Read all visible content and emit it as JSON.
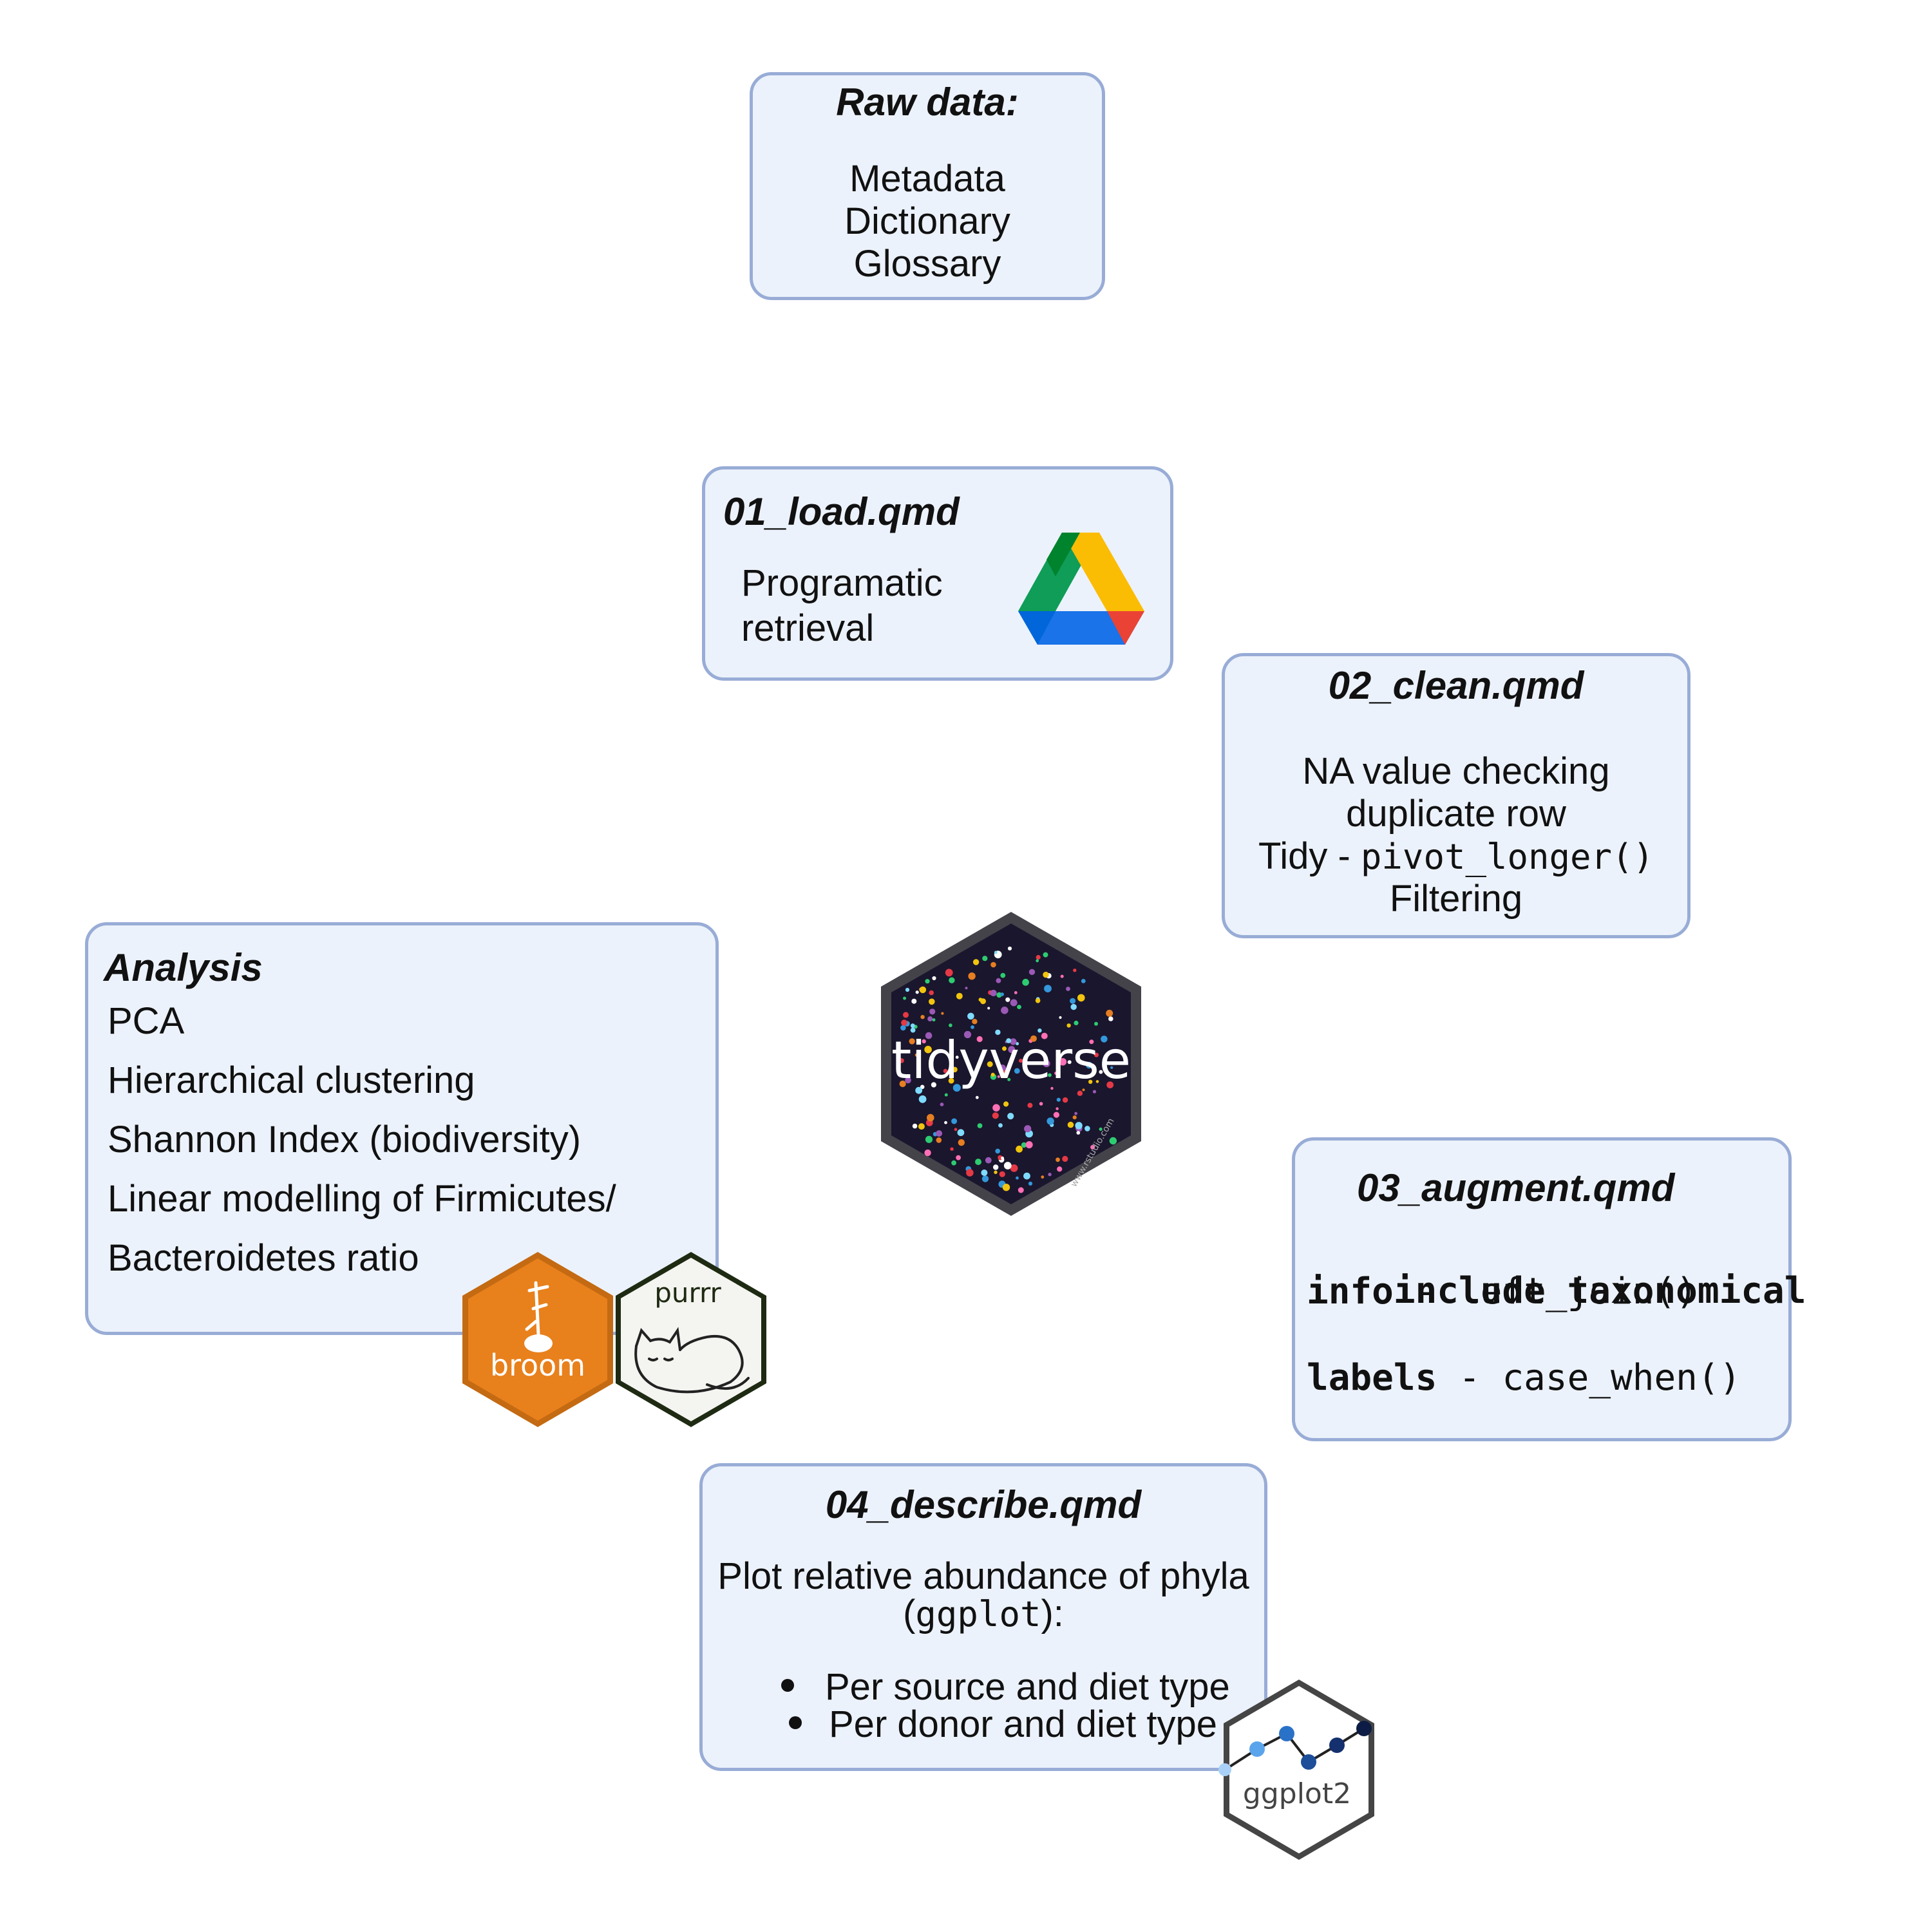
{
  "raw": {
    "title": "Raw data:",
    "lines": [
      "Metadata",
      "Dictionary",
      "Glossary"
    ]
  },
  "load": {
    "title": "01_load.qmd",
    "lines": [
      "Programatic",
      "retrieval"
    ]
  },
  "clean": {
    "title": "02_clean.qmd",
    "line1": "NA value checking",
    "line2": "duplicate row",
    "tidy_prefix": "Tidy - ",
    "tidy_code": "pivot_longer()",
    "line4": "Filtering"
  },
  "augment": {
    "title": "03_augment.qmd",
    "row1_bold": "include taxonomical",
    "row2_bold": "info",
    "row2_sep": " - ",
    "row2_code": "left_join()",
    "row3_bold": "labels",
    "row3_sep": " - ",
    "row3_code": "case_when()"
  },
  "describe": {
    "title": "04_describe.qmd",
    "line1": "Plot relative abundance of phyla",
    "line2_open": "(",
    "line2_code": "ggplot",
    "line2_close": "):",
    "bullets": [
      "Per source and diet type",
      "Per donor and diet type"
    ]
  },
  "analysis": {
    "title": "Analysis",
    "items": [
      "PCA",
      "Hierarchical clustering",
      "Shannon Index (biodiversity)",
      "Linear modelling of Firmicutes/",
      "Bacteroidetes ratio"
    ]
  },
  "logos": {
    "tidyverse": "tidyverse",
    "tidyverse_url": "www.rstudio.com",
    "broom": "broom",
    "purrr": "purrr",
    "ggplot2": "ggplot2"
  },
  "icons": [
    "google-drive-icon",
    "tidyverse-hex-icon",
    "broom-hex-icon",
    "purrr-hex-icon",
    "ggplot2-hex-icon"
  ],
  "colors": {
    "box_fill": "#ecf2fb",
    "box_border": "#98acd6",
    "tidyverse_bg": "#1a162d",
    "broom_orange": "#e8801c",
    "purrr_border": "#1e2a12"
  }
}
